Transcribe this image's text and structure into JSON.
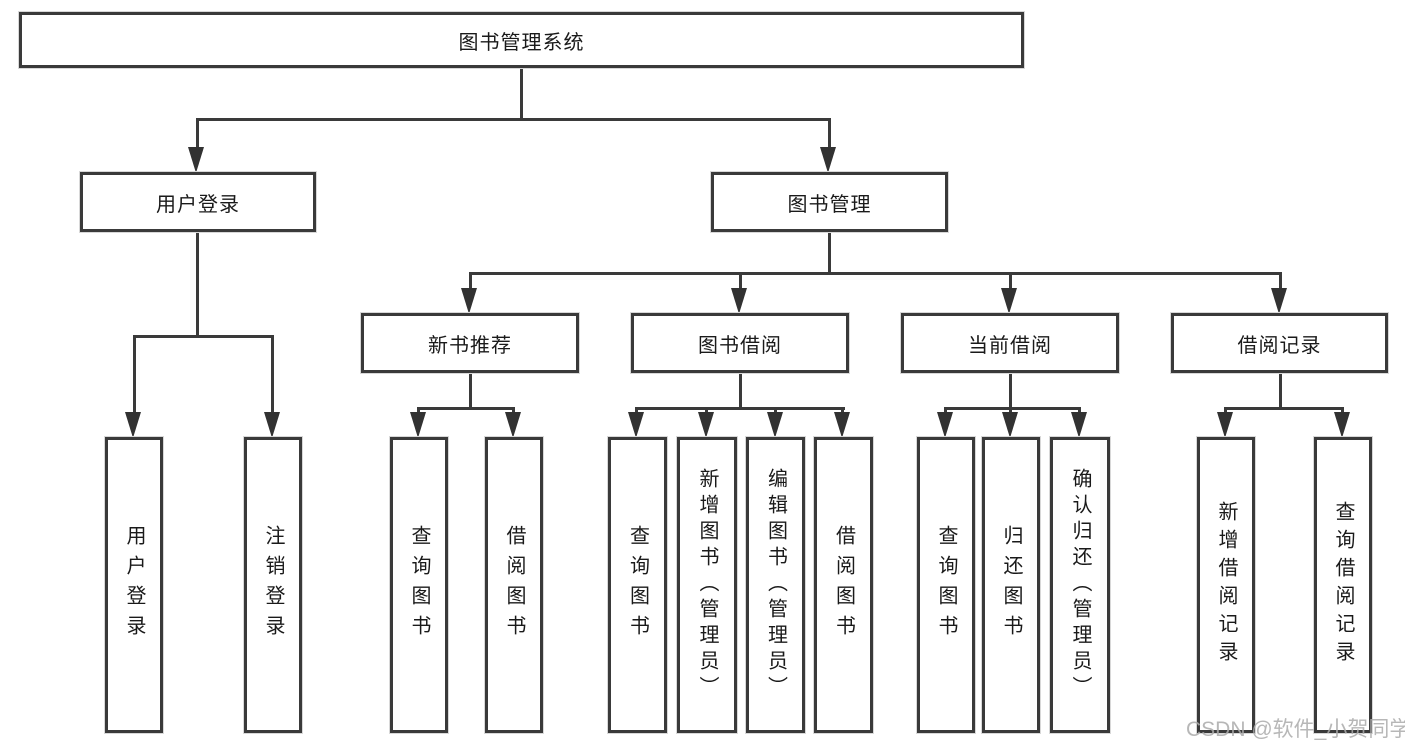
{
  "diagram_type": "hierarchy-tree",
  "nodes": {
    "root": "图书管理系统",
    "l2": [
      "用户登录",
      "图书管理"
    ],
    "l3": [
      "新书推荐",
      "图书借阅",
      "当前借阅",
      "借阅记录"
    ],
    "leaves_user": [
      "用户登录",
      "注销登录"
    ],
    "leaves_newbook": [
      "查询图书",
      "借阅图书"
    ],
    "leaves_borrow": [
      "查询图书",
      "新增图书（管理员）",
      "编辑图书（管理员）",
      "借阅图书"
    ],
    "leaves_current": [
      "查询图书",
      "归还图书",
      "确认归还（管理员）"
    ],
    "leaves_records": [
      "新增借阅记录",
      "查询借阅记录"
    ]
  },
  "hierarchy": {
    "图书管理系统": {
      "用户登录": [
        "用户登录",
        "注销登录"
      ],
      "图书管理": {
        "新书推荐": [
          "查询图书",
          "借阅图书"
        ],
        "图书借阅": [
          "查询图书",
          "新增图书（管理员）",
          "编辑图书（管理员）",
          "借阅图书"
        ],
        "当前借阅": [
          "查询图书",
          "归还图书",
          "确认归还（管理员）"
        ],
        "借阅记录": [
          "新增借阅记录",
          "查询借阅记录"
        ]
      }
    }
  },
  "watermark": "CSDN @软件_小贺同学",
  "colors": {
    "background": "#ffffff",
    "box_fill": "#ffffff",
    "box_border": "#3a3a3a",
    "line": "#3a3a3a",
    "text": "#1a1a1a",
    "watermark": "#ababab"
  }
}
